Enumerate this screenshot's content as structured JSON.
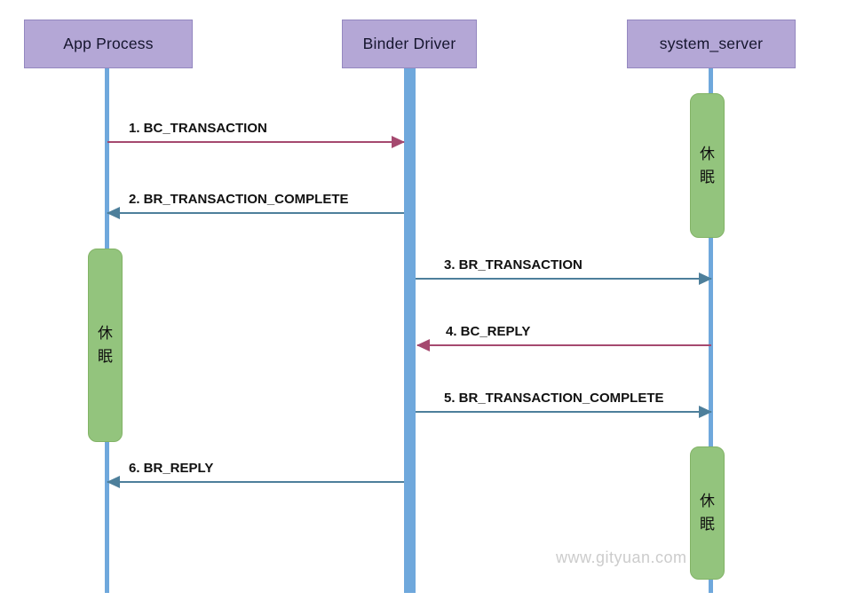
{
  "participants": [
    {
      "label": "App Process"
    },
    {
      "label": "Binder Driver"
    },
    {
      "label": "system_server"
    }
  ],
  "messages": [
    {
      "label": "1. BC_TRANSACTION",
      "from": "App Process",
      "to": "Binder Driver",
      "color": "red"
    },
    {
      "label": "2. BR_TRANSACTION_COMPLETE",
      "from": "Binder Driver",
      "to": "App Process",
      "color": "blue"
    },
    {
      "label": "3. BR_TRANSACTION",
      "from": "Binder Driver",
      "to": "system_server",
      "color": "blue"
    },
    {
      "label": "4. BC_REPLY",
      "from": "system_server",
      "to": "Binder Driver",
      "color": "red"
    },
    {
      "label": "5. BR_TRANSACTION_COMPLETE",
      "from": "Binder Driver",
      "to": "system_server",
      "color": "blue"
    },
    {
      "label": "6. BR_REPLY",
      "from": "Binder Driver",
      "to": "App Process",
      "color": "blue"
    }
  ],
  "activations": [
    {
      "label": "休眠",
      "participant": "system_server"
    },
    {
      "label": "休眠",
      "participant": "App Process"
    },
    {
      "label": "休眠",
      "participant": "system_server"
    }
  ],
  "watermark": "www.gityuan.com",
  "colors": {
    "participant-fill": "#b4a7d6",
    "participant-border": "#9488c0",
    "lifeline": "#6fa8dc",
    "activation-fill": "#93c47d",
    "activation-border": "#82b366",
    "arrow-red": "#a5496f",
    "arrow-blue": "#4d7f9b",
    "label-text": "#111111",
    "watermark-text": "#cccccc"
  }
}
